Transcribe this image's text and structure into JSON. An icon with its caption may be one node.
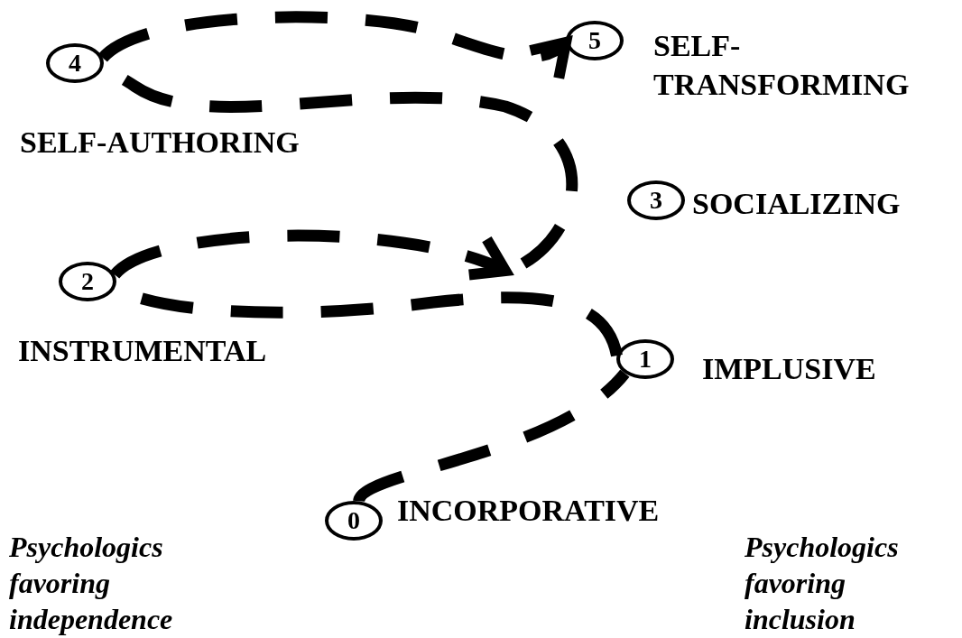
{
  "diagram": {
    "nodes": [
      {
        "text": [
          "0"
        ],
        "beside": [
          "INCORPORATIVE"
        ]
      },
      {
        "text": [
          "1"
        ],
        "beside": [
          "IMPLUSIVE"
        ]
      },
      {
        "text": [
          "2"
        ],
        "beside": [
          "INSTRUMENTAL"
        ]
      },
      {
        "text": [
          "3"
        ],
        "beside": [
          "SOCIALIZING"
        ]
      },
      {
        "text": [
          "4"
        ],
        "beside": [
          "SELF-AUTHORING"
        ]
      },
      {
        "text": [
          "5"
        ],
        "beside": [
          "SELF-TRANSFORMING"
        ]
      }
    ],
    "edges": [
      {
        "from": 0,
        "to": 1,
        "arrow": "none",
        "style": "dashed"
      },
      {
        "from": 1,
        "to": 2,
        "arrow": "none",
        "style": "dashed"
      },
      {
        "from": 2,
        "to": null,
        "arrow": "to",
        "style": "dashed"
      },
      {
        "from": null,
        "to": 4,
        "arrow": "none",
        "style": "dashed"
      },
      {
        "from": 4,
        "to": 5,
        "arrow": "to",
        "style": "dashed"
      }
    ],
    "labels": [
      "Psychologics favoring independence",
      "Psychologics favoring inclusion"
    ]
  }
}
